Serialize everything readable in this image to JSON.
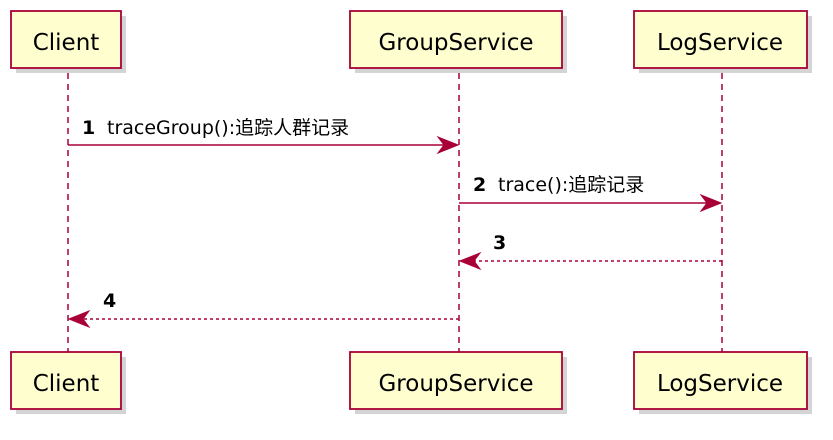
{
  "colors": {
    "participant_fill": "#FEFECE",
    "participant_border": "#A80036",
    "line": "#A80036"
  },
  "participants": [
    {
      "id": "client",
      "name": "Client"
    },
    {
      "id": "group",
      "name": "GroupService"
    },
    {
      "id": "log",
      "name": "LogService"
    }
  ],
  "messages": [
    {
      "num": "1",
      "label": "traceGroup():追踪人群记录",
      "from": "client",
      "to": "group",
      "style": "solid"
    },
    {
      "num": "2",
      "label": "trace():追踪记录",
      "from": "group",
      "to": "log",
      "style": "solid"
    },
    {
      "num": "3",
      "label": "",
      "from": "log",
      "to": "group",
      "style": "dashed"
    },
    {
      "num": "4",
      "label": "",
      "from": "group",
      "to": "client",
      "style": "dashed"
    }
  ]
}
